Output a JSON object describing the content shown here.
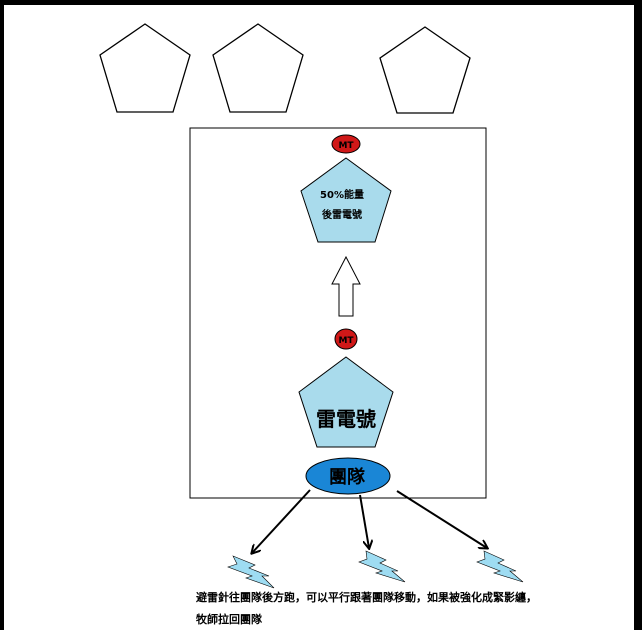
{
  "diagram": {
    "top_node": {
      "badge": "MT",
      "line1": "50%能量",
      "line2": "後雷電號"
    },
    "bottom_node": {
      "badge": "MT",
      "label": "雷電號"
    },
    "team_label": "團隊",
    "caption": {
      "line1": "避雷針往團隊後方跑，可以平行跟著團隊移動，如果被強化成緊影纏，",
      "line2": "牧師拉回團隊"
    }
  },
  "colors": {
    "pentagon_fill": "#a9dbec",
    "badge_fill": "#d01818",
    "team_fill": "#1a86d6",
    "lightning_fill": "#9edcf2",
    "outline": "#000000"
  },
  "icons": [
    "pentagon-outline-icon",
    "up-arrow-icon",
    "lightning-icon",
    "arrow-icon"
  ]
}
